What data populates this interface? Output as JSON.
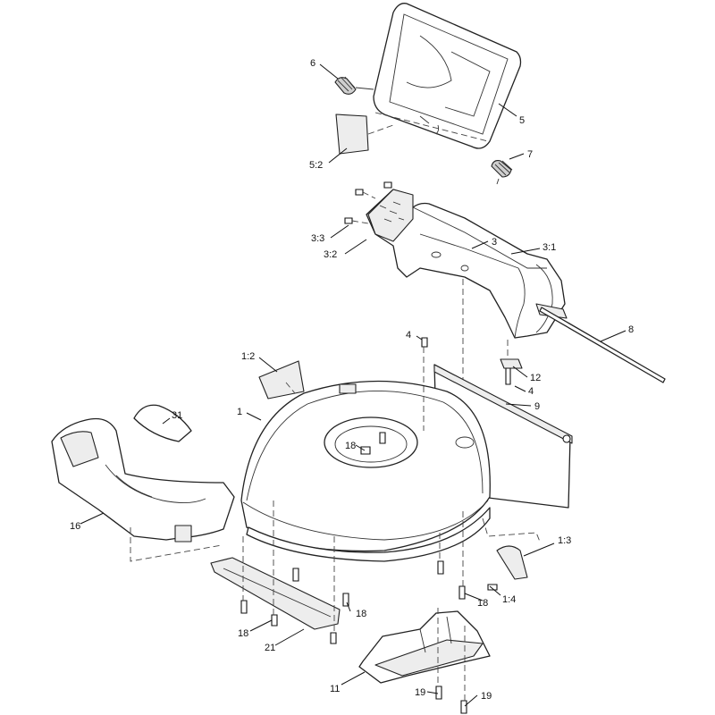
{
  "callouts": [
    {
      "id": "c-6",
      "text": "6"
    },
    {
      "id": "c-5",
      "text": "5"
    },
    {
      "id": "c-5-2",
      "text": "5:2"
    },
    {
      "id": "c-7",
      "text": "7"
    },
    {
      "id": "c-3-3",
      "text": "3:3"
    },
    {
      "id": "c-3-2",
      "text": "3:2"
    },
    {
      "id": "c-3",
      "text": "3"
    },
    {
      "id": "c-3-1",
      "text": "3:1"
    },
    {
      "id": "c-8",
      "text": "8"
    },
    {
      "id": "c-4a",
      "text": "4"
    },
    {
      "id": "c-12",
      "text": "12"
    },
    {
      "id": "c-4b",
      "text": "4"
    },
    {
      "id": "c-9",
      "text": "9"
    },
    {
      "id": "c-1-2",
      "text": "1:2"
    },
    {
      "id": "c-1",
      "text": "1"
    },
    {
      "id": "c-31",
      "text": "31"
    },
    {
      "id": "c-18a",
      "text": "18"
    },
    {
      "id": "c-16",
      "text": "16"
    },
    {
      "id": "c-1-3",
      "text": "1:3"
    },
    {
      "id": "c-18b",
      "text": "18"
    },
    {
      "id": "c-1-4",
      "text": "1:4"
    },
    {
      "id": "c-18c",
      "text": "18"
    },
    {
      "id": "c-18d",
      "text": "18"
    },
    {
      "id": "c-21",
      "text": "21"
    },
    {
      "id": "c-11",
      "text": "11"
    },
    {
      "id": "c-19a",
      "text": "19"
    },
    {
      "id": "c-19b",
      "text": "19"
    }
  ]
}
